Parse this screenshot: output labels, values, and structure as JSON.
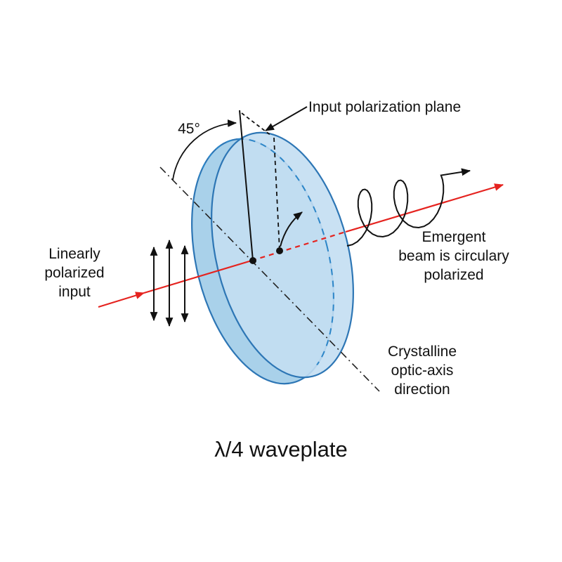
{
  "figure": {
    "title": "λ/4 waveplate",
    "angle_label": "45°",
    "input_plane_label": "Input polarization plane",
    "input_label_lines": [
      "Linearly",
      "polarized",
      "input"
    ],
    "emergent_label_lines": [
      "Emergent",
      "beam is circulary",
      "polarized"
    ],
    "optic_axis_label_lines": [
      "Crystalline",
      "optic-axis",
      "direction"
    ]
  },
  "colors": {
    "beam": "#e5231f",
    "plate_fill": "#c3def2",
    "plate_rim": "#a9d1ea",
    "plate_stroke": "#2d76b5",
    "plate_back_dash": "#2d86c8",
    "ink": "#111111"
  }
}
